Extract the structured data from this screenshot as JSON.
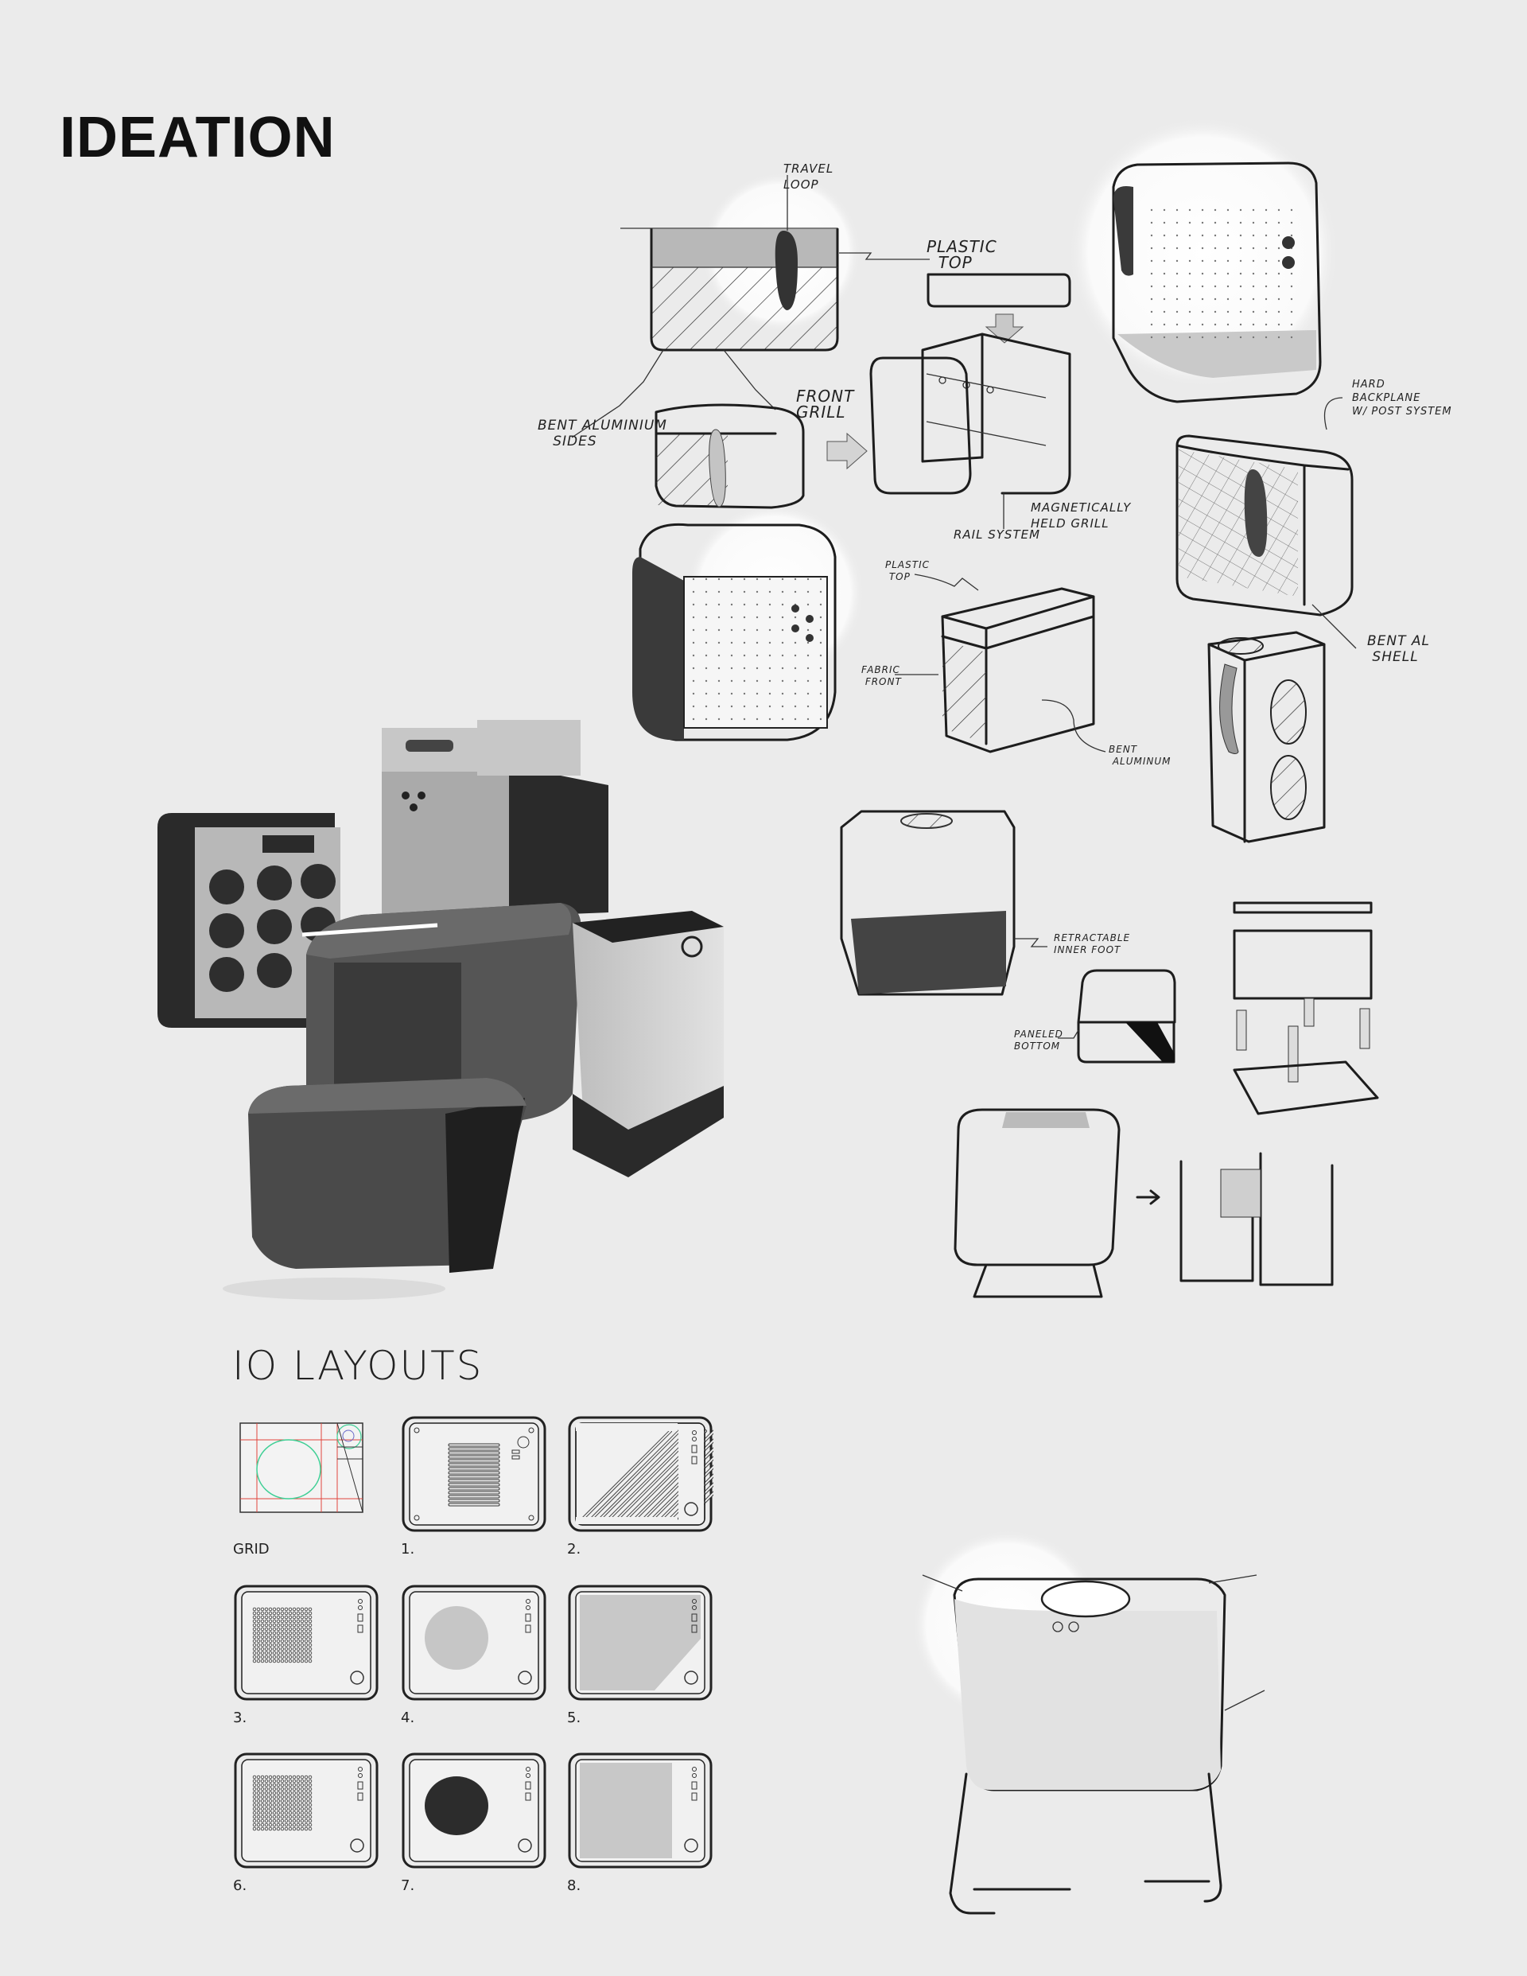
{
  "page": {
    "title": "IDEATION"
  },
  "annotations": {
    "travel_loop": "Travel\nloop",
    "plastic_top": "Plastic\n  top",
    "front_grill": "Front\ngrill",
    "bent_aluminium_sides": "Bent aluminium\n   sides",
    "magnetically_held_grill": "Magnetically\nheld grill",
    "rail_system": "Rail system",
    "hard_backplane": "Hard\nbackplane\nw/ post system",
    "bent_al_shell": "Bent AL\n shell",
    "plastic_top_small": "Plastic\n top",
    "fabric_front": "Fabric\n front",
    "bent_aluminum": "Bent\n aluminum",
    "retractable_inner_foot": "Retractable\ninner foot",
    "paneled_bottom": "Paneled\nbottom"
  },
  "io_layouts": {
    "title": "IO LAYOUTS",
    "tiles": [
      {
        "label": "GRID",
        "pattern": "grid-guide"
      },
      {
        "label": "1.",
        "pattern": "horizontal-slots"
      },
      {
        "label": "2.",
        "pattern": "diagonal-slots"
      },
      {
        "label": "3.",
        "pattern": "dot-grid"
      },
      {
        "label": "4.",
        "pattern": "circle-mesh"
      },
      {
        "label": "5.",
        "pattern": "full-mesh-cut"
      },
      {
        "label": "6.",
        "pattern": "dot-grid"
      },
      {
        "label": "7.",
        "pattern": "solid-circle"
      },
      {
        "label": "8.",
        "pattern": "mesh-panel"
      }
    ]
  },
  "colors": {
    "background": "#ebebeb",
    "ink": "#1d1d1d",
    "dark_fill": "#3a3a3a",
    "grid_red": "#e0463c",
    "grid_green": "#3fcf95",
    "grid_blue": "#6a6ac8"
  }
}
